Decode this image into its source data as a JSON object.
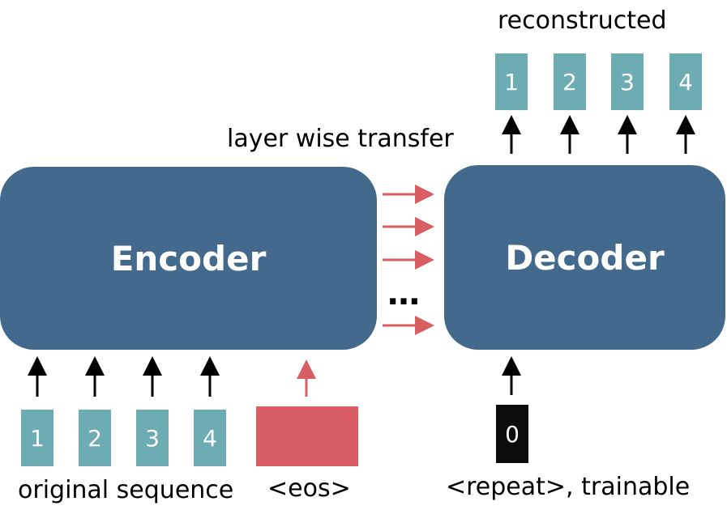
{
  "encoder": {
    "label": "Encoder"
  },
  "decoder": {
    "label": "Decoder"
  },
  "input_tokens": [
    "1",
    "2",
    "3",
    "4"
  ],
  "output_tokens": [
    "1",
    "2",
    "3",
    "4"
  ],
  "repeat_token": "0",
  "labels": {
    "original_sequence": "original sequence",
    "eos": "<eos>",
    "repeat": "<repeat>, trainable",
    "reconstructed": "reconstructed",
    "transfer": "layer wise transfer",
    "ellipsis": "…"
  },
  "colors": {
    "block": "#436a8c",
    "token": "#6eacb4",
    "eos": "#d85e63",
    "transfer_arrow": "#d85e63",
    "arrow": "#000000"
  }
}
